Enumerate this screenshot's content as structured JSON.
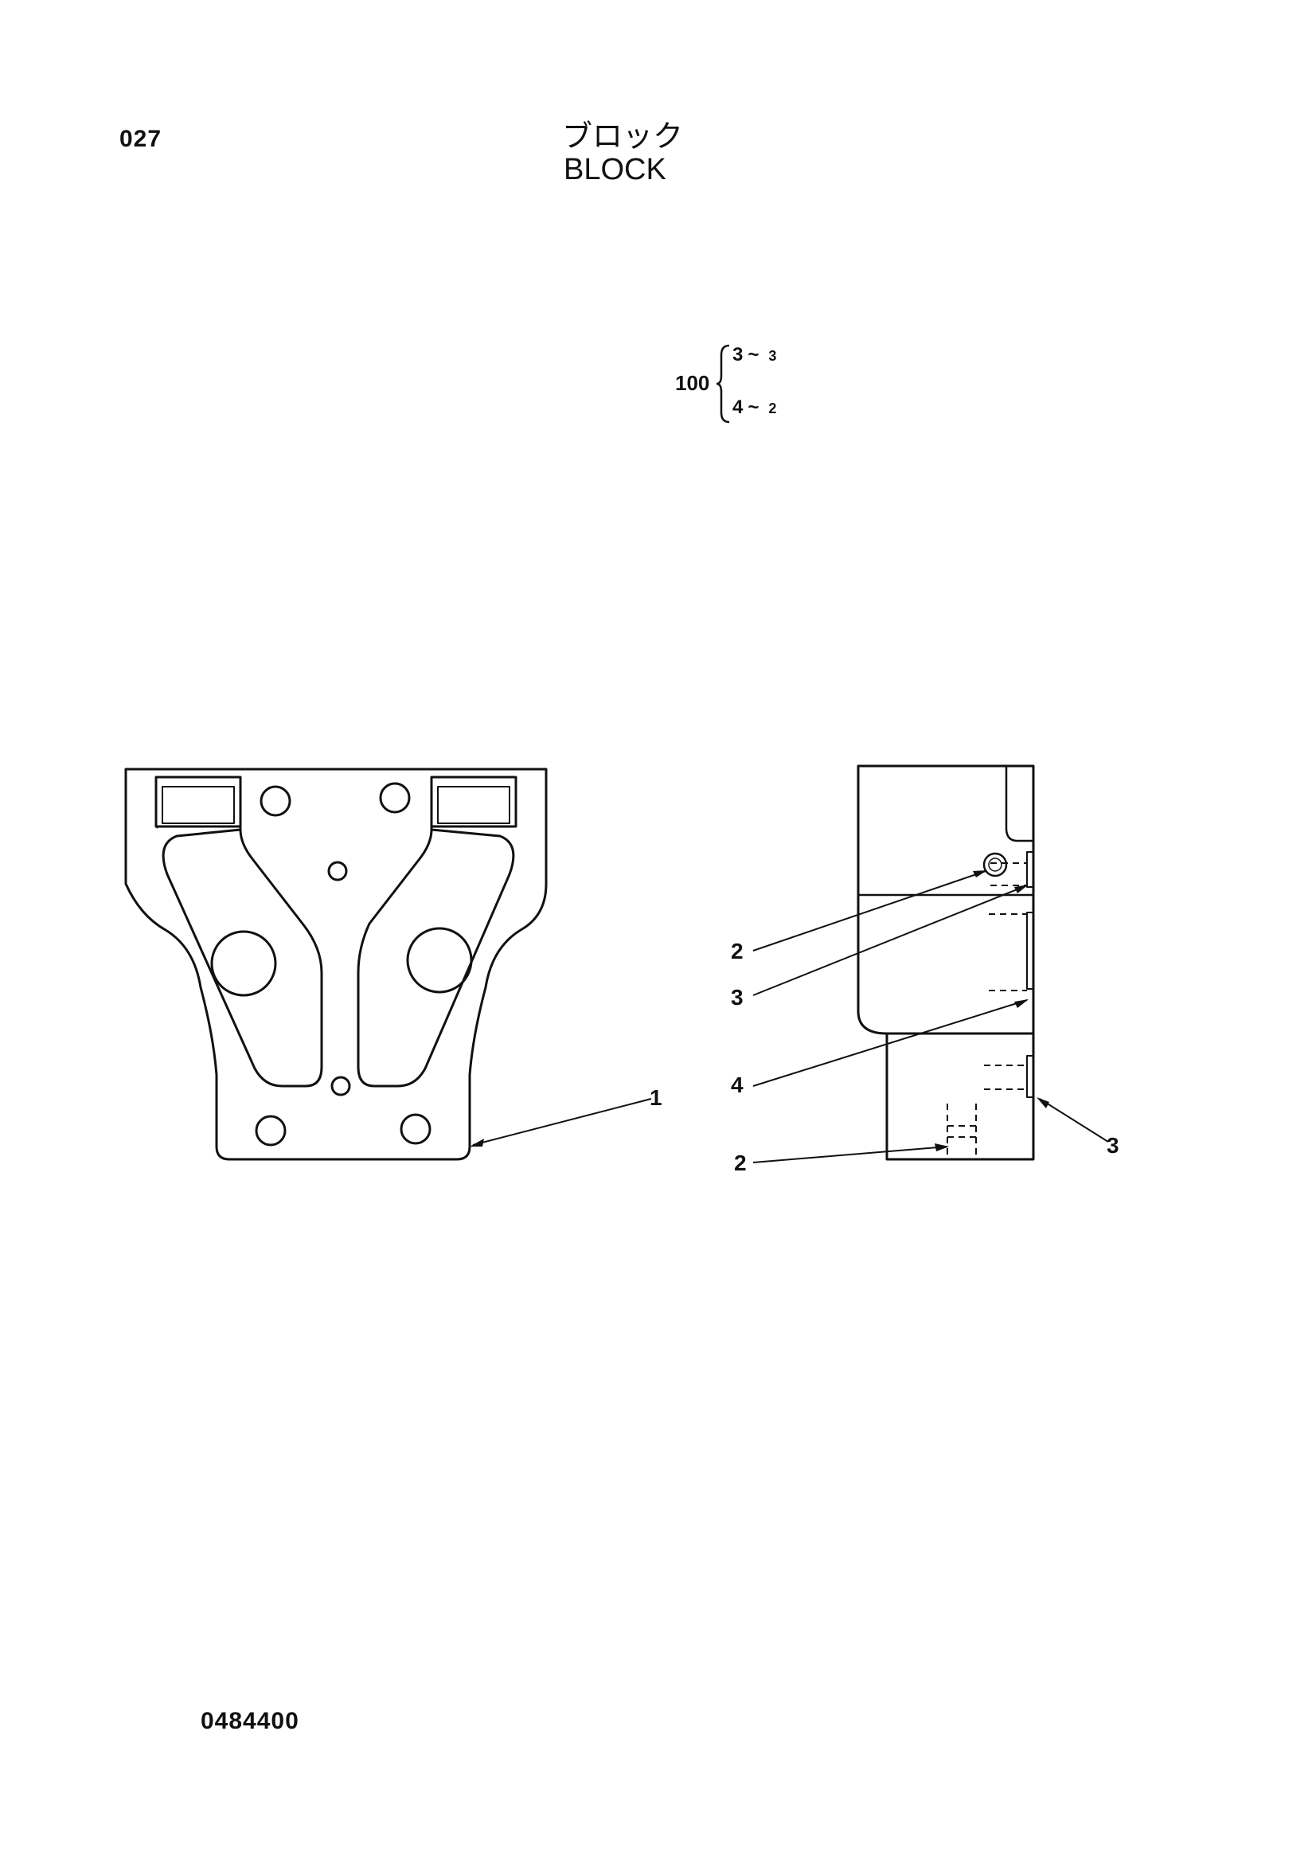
{
  "header": {
    "page_number": "027",
    "title_jp": "ブロック",
    "title_en": "BLOCK"
  },
  "kit": {
    "quantity": "100",
    "items": [
      {
        "ref": "3",
        "sep": "~",
        "qty": "3"
      },
      {
        "ref": "4",
        "sep": "~",
        "qty": "2"
      }
    ]
  },
  "callouts": {
    "front_view": [
      "1"
    ],
    "side_view": [
      "2",
      "3",
      "4",
      "2",
      "3"
    ]
  },
  "footer": {
    "catalog_number": "0484400"
  }
}
